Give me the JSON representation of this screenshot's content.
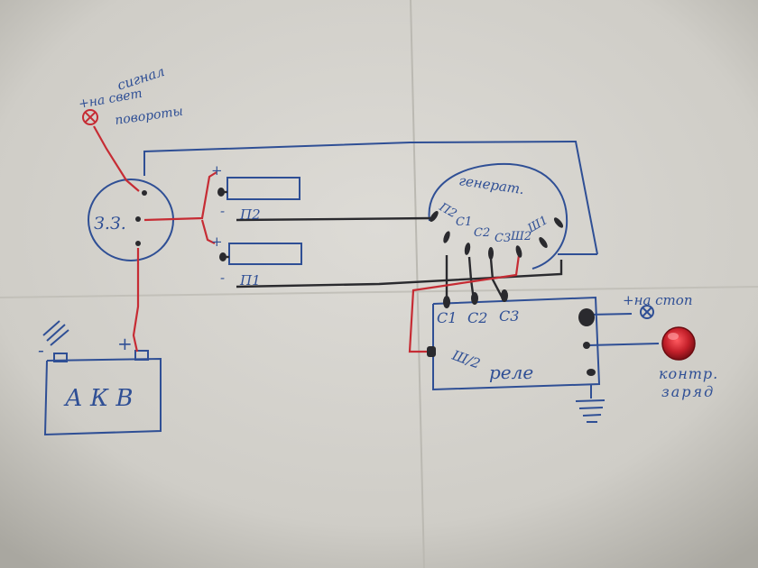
{
  "diagram": {
    "colors": {
      "paper": "#d3d1cb",
      "ink_blue": "#2f4f95",
      "ink_black": "#2a2a2e",
      "ink_red": "#c62c34",
      "lamp": "#c4202a"
    },
    "labels": {
      "signal_line1": "сигнал",
      "signal_line2": "+на свет",
      "signal_line3": "повороты",
      "ignition_switch": "З.З.",
      "battery": "А К В",
      "battery_plus": "+",
      "battery_minus": "-",
      "generator": "генерат.",
      "gen_p2": "П2",
      "gen_c1": "С1",
      "gen_c2": "С2",
      "gen_c3": "С3",
      "gen_sh2": "Ш2",
      "gen_sh1": "Ш1",
      "coil1_plus": "+",
      "coil1_minus": "-",
      "coil1_label": "П2",
      "coil2_plus": "+",
      "coil2_minus": "-",
      "coil2_label": "П1",
      "relay": "реле",
      "relay_c1": "С1",
      "relay_c2": "С2",
      "relay_c3": "С3",
      "relay_sh2": "Ш/2",
      "stop_label": "+на стоп",
      "lamp_line1": "контр.",
      "lamp_line2": "заряд"
    }
  }
}
